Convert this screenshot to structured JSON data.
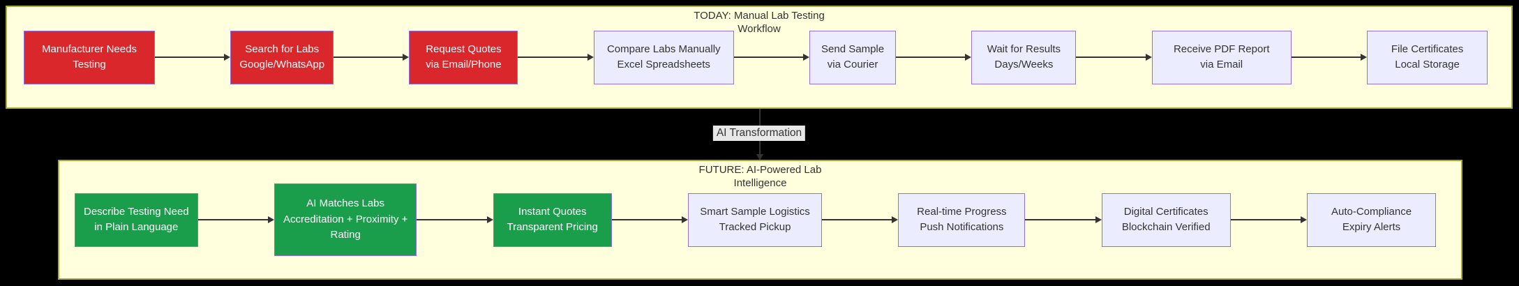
{
  "colors": {
    "background": "#000000",
    "cluster_fill": "#ffffde",
    "cluster_border": "#aaaa33",
    "node_fill_default": "#ececff",
    "node_border": "#9370db",
    "node_fill_manual": "#da272b",
    "node_fill_ai": "#1a9e4b",
    "node_text_light": "#ffffff",
    "node_text_dark": "#333333",
    "edge_color": "#333333",
    "edge_label_bg": "#e8e8e8"
  },
  "edge_label": "AI Transformation",
  "clusters": [
    {
      "title_line1": "TODAY: Manual Lab Testing",
      "title_line2": "Workflow",
      "nodes": [
        {
          "lines": [
            "Manufacturer Needs",
            "Testing"
          ],
          "style": "manual"
        },
        {
          "lines": [
            "Search for Labs",
            "Google/WhatsApp"
          ],
          "style": "manual"
        },
        {
          "lines": [
            "Request Quotes",
            "via Email/Phone"
          ],
          "style": "manual"
        },
        {
          "lines": [
            "Compare Labs Manually",
            "Excel Spreadsheets"
          ],
          "style": "default"
        },
        {
          "lines": [
            "Send Sample",
            "via Courier"
          ],
          "style": "default"
        },
        {
          "lines": [
            "Wait for Results",
            "Days/Weeks"
          ],
          "style": "default"
        },
        {
          "lines": [
            "Receive PDF Report",
            "via Email"
          ],
          "style": "default"
        },
        {
          "lines": [
            "File Certificates",
            "Local Storage"
          ],
          "style": "default"
        }
      ]
    },
    {
      "title_line1": "FUTURE: AI-Powered Lab",
      "title_line2": "Intelligence",
      "nodes": [
        {
          "lines": [
            "Describe Testing Need",
            "in Plain Language"
          ],
          "style": "ai"
        },
        {
          "lines": [
            "AI Matches Labs",
            "Accreditation + Proximity +",
            "Rating"
          ],
          "style": "ai"
        },
        {
          "lines": [
            "Instant Quotes",
            "Transparent Pricing"
          ],
          "style": "ai"
        },
        {
          "lines": [
            "Smart Sample Logistics",
            "Tracked Pickup"
          ],
          "style": "default"
        },
        {
          "lines": [
            "Real-time Progress",
            "Push Notifications"
          ],
          "style": "default"
        },
        {
          "lines": [
            "Digital Certificates",
            "Blockchain Verified"
          ],
          "style": "default"
        },
        {
          "lines": [
            "Auto-Compliance",
            "Expiry Alerts"
          ],
          "style": "default"
        }
      ]
    }
  ]
}
